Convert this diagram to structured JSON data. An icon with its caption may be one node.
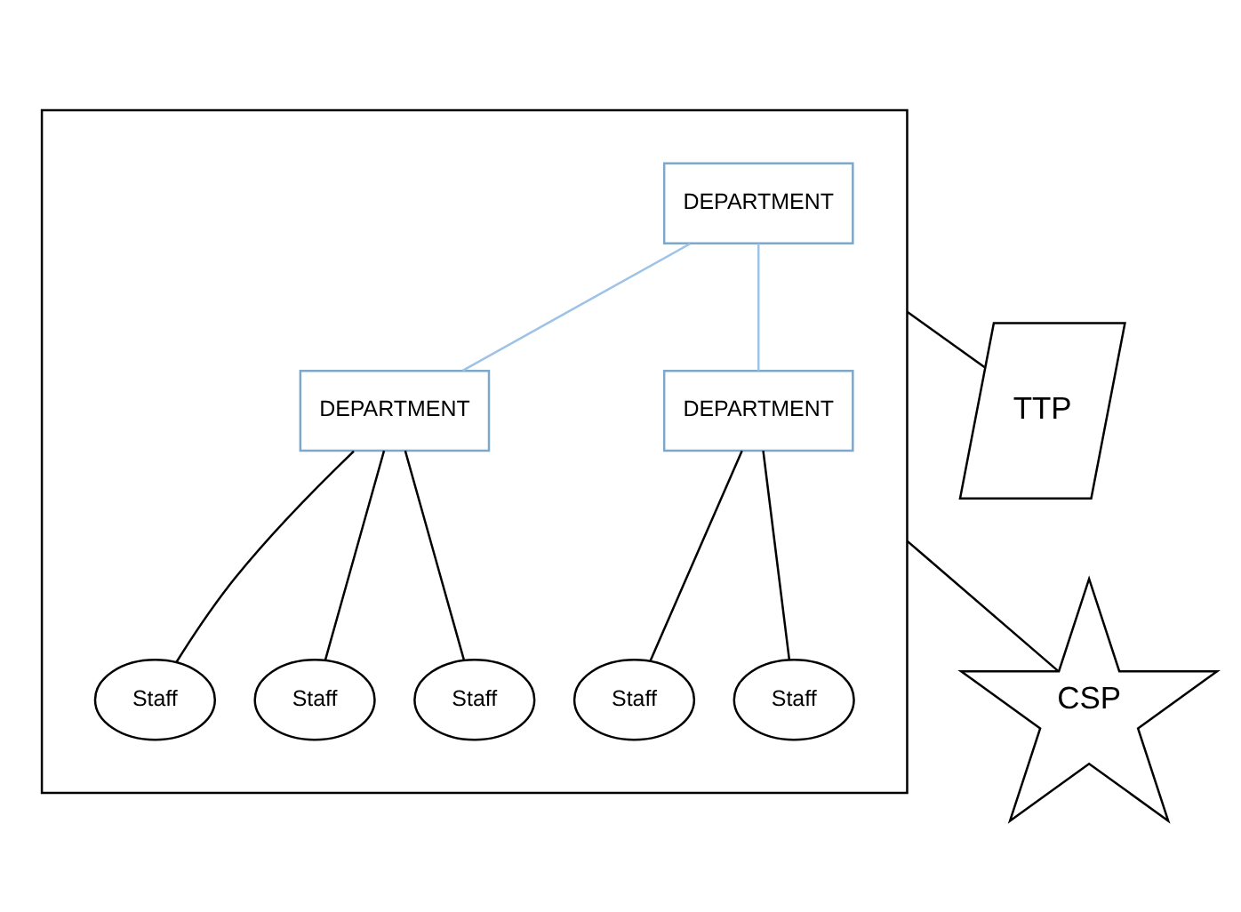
{
  "diagram": {
    "nodes": [
      {
        "text": [],
        "shape": "box"
      },
      {
        "text": [
          "DEPARTMENT"
        ],
        "in": 0
      },
      {
        "text": [
          "DEPARTMENT"
        ],
        "in": 0
      },
      {
        "text": [
          "DEPARTMENT"
        ],
        "in": 0
      },
      {
        "text": [
          "Staff"
        ],
        "in": 0
      },
      {
        "text": [
          "Staff"
        ],
        "in": 0
      },
      {
        "text": [
          "Staff"
        ],
        "in": 0
      },
      {
        "text": [
          "Staff"
        ],
        "in": 0
      },
      {
        "text": [
          "Staff"
        ],
        "in": 0
      },
      {
        "text": [
          "TTP"
        ]
      },
      {
        "text": [
          "CSP"
        ]
      }
    ],
    "edges": [
      {
        "from": 1,
        "to": 2,
        "arrow": "none",
        "color": "#9dc3e6"
      },
      {
        "from": 1,
        "to": 3,
        "arrow": "none",
        "color": "#9dc3e6"
      },
      {
        "from": 2,
        "to": 4,
        "arrow": "none"
      },
      {
        "from": 2,
        "to": 5,
        "arrow": "none"
      },
      {
        "from": 2,
        "to": 6,
        "arrow": "none"
      },
      {
        "from": 3,
        "to": 7,
        "arrow": "none"
      },
      {
        "from": 3,
        "to": 8,
        "arrow": "none"
      },
      {
        "from": 0,
        "to": 9,
        "arrow": "none"
      },
      {
        "from": 0,
        "to": 10,
        "arrow": "none"
      }
    ]
  }
}
